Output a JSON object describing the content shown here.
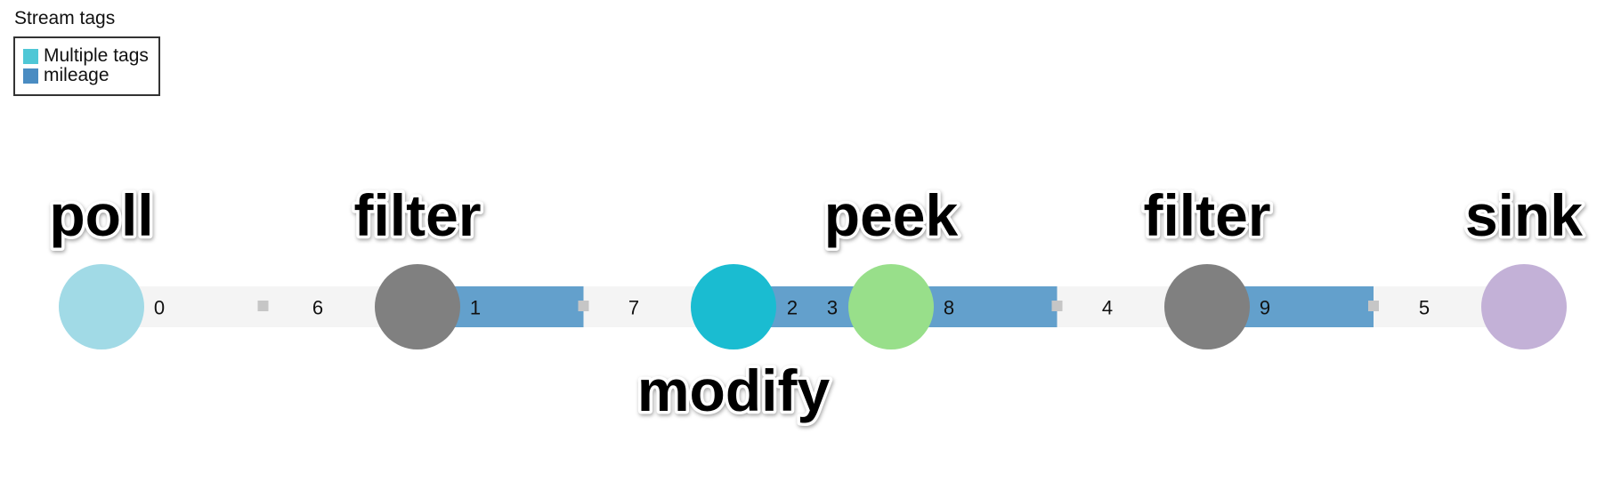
{
  "legend": {
    "title": "Stream tags",
    "items": [
      {
        "label": "Multiple tags",
        "color": "#4fc7d6"
      },
      {
        "label": "mileage",
        "color": "#4a8cc2"
      }
    ]
  },
  "colors": {
    "edge_untagged": "#f4f4f4",
    "edge_mileage": "#63a0cc",
    "port_marker": "#c6c6c6"
  },
  "nodes": [
    {
      "id": "poll",
      "label": "poll",
      "color": "#a1dae6",
      "label_position": "above"
    },
    {
      "id": "filter-1",
      "label": "filter",
      "color": "#808080",
      "label_position": "above"
    },
    {
      "id": "modify",
      "label": "modify",
      "color": "#1abcd1",
      "label_position": "below"
    },
    {
      "id": "peek",
      "label": "peek",
      "color": "#98df8a",
      "label_position": "above"
    },
    {
      "id": "filter-2",
      "label": "filter",
      "color": "#808080",
      "label_position": "above"
    },
    {
      "id": "sink",
      "label": "sink",
      "color": "#c3b1d7",
      "label_position": "above"
    }
  ],
  "edges": [
    {
      "from": "poll",
      "to": "filter-1",
      "tag": "none",
      "labels": [
        "0",
        "6"
      ]
    },
    {
      "from": "filter-1",
      "to": "modify",
      "tag": "mileage",
      "labels": [
        "1",
        "7"
      ]
    },
    {
      "from": "modify",
      "to": "peek",
      "tag": "mileage",
      "labels": [
        "2",
        "3"
      ]
    },
    {
      "from": "peek",
      "to": "filter-2",
      "tag": "mileage",
      "labels": [
        "8",
        "4"
      ]
    },
    {
      "from": "filter-2",
      "to": "sink",
      "tag": "mileage",
      "labels": [
        "9",
        "5"
      ]
    }
  ]
}
